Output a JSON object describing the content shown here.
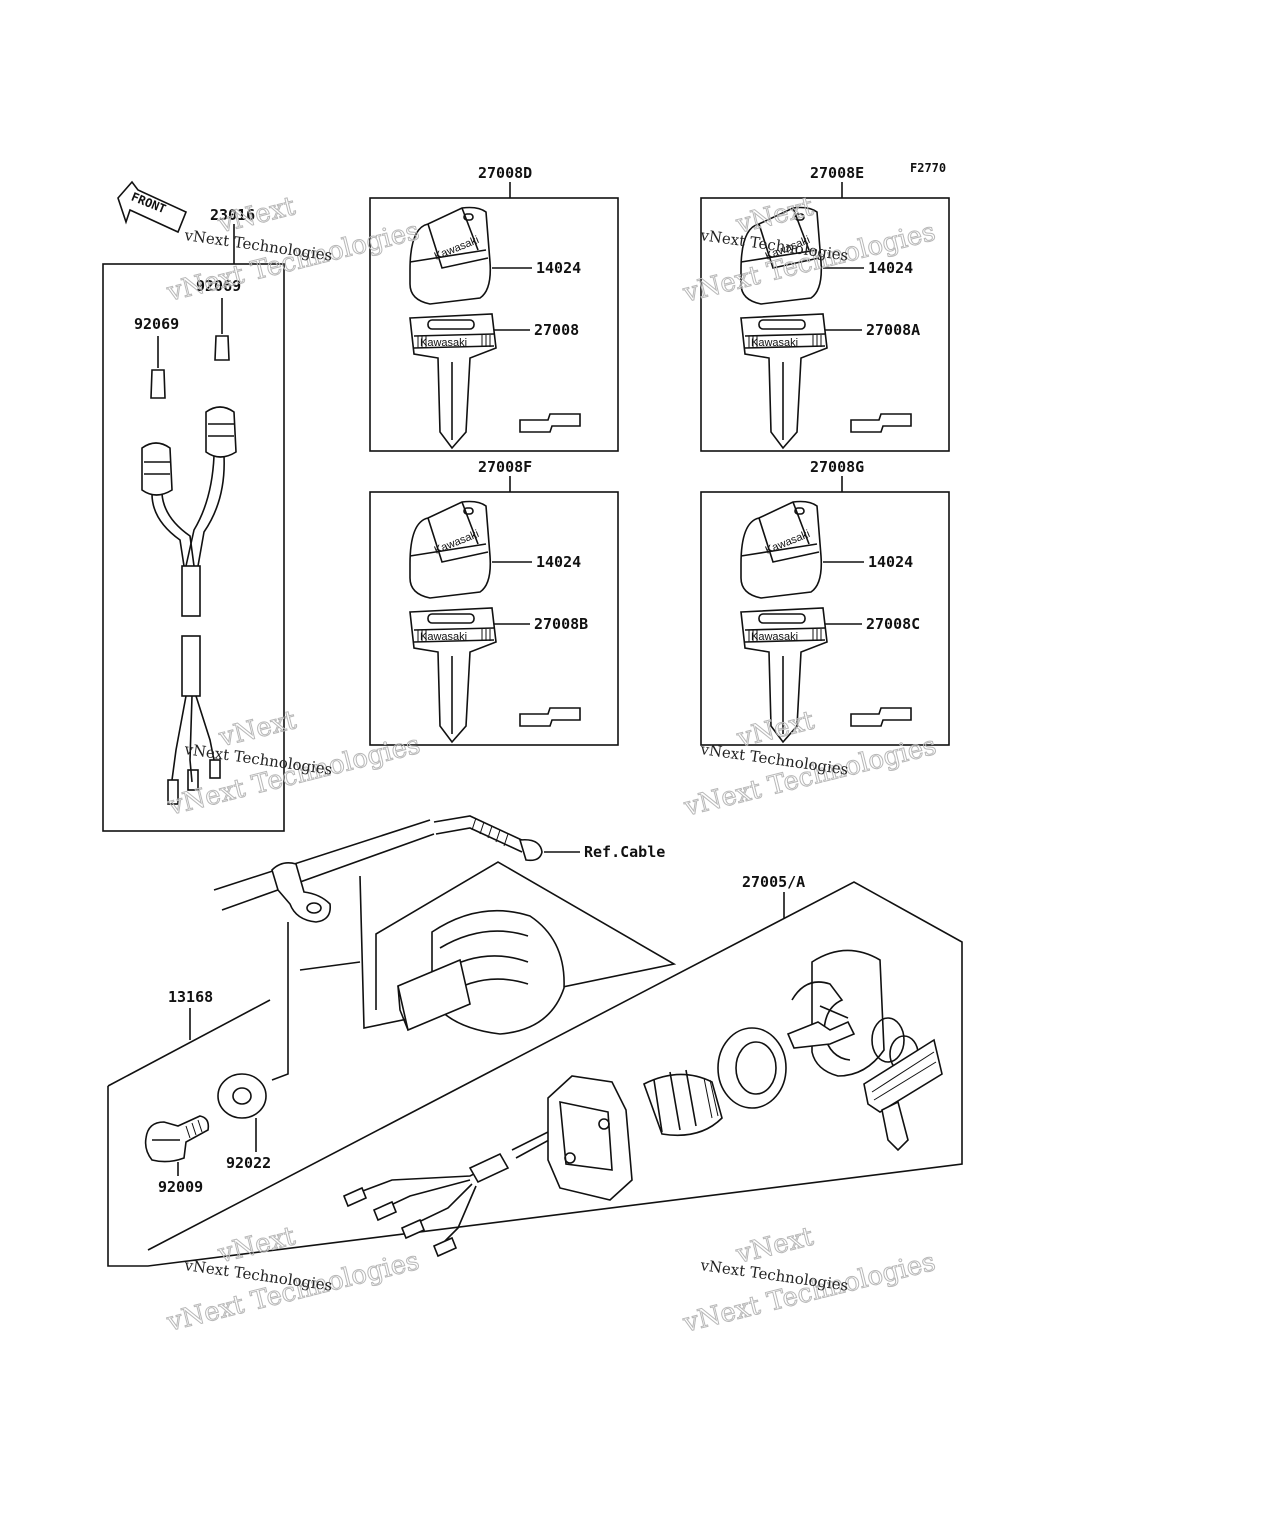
{
  "figure_code": "F2770",
  "front_label": "FRONT",
  "key_brand": "Kawasaki",
  "ref_cable_label": "Ref.Cable",
  "watermark": {
    "line1": "vNext Technologies",
    "line2": "Technologies",
    "line3": "vNext"
  },
  "parts": {
    "p23016": "23016",
    "p92069_a": "92069",
    "p92069_b": "92069",
    "kit_d": "27008D",
    "kit_e": "27008E",
    "kit_f": "27008F",
    "kit_g": "27008G",
    "knob_d": "14024",
    "knob_e": "14024",
    "knob_f": "14024",
    "knob_g": "14024",
    "key_d": "27008",
    "key_e": "27008A",
    "key_f": "27008B",
    "key_g": "27008C",
    "p27005": "27005/A",
    "p13168": "13168",
    "p92022": "92022",
    "p92009": "92009"
  }
}
